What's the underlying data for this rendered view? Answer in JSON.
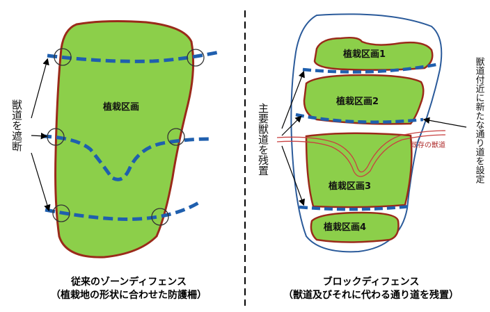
{
  "left": {
    "zone_label": "植栽区画",
    "side_note": "獣道を遮断",
    "caption_title": "従来のゾーンディフェンス",
    "caption_sub": "（植栽地の形状に合わせた防護柵）"
  },
  "right": {
    "zones": [
      "植栽区画1",
      "植栽区画2",
      "植栽区画3",
      "植栽区画4"
    ],
    "left_note": "主要獣道を残置",
    "right_note": "獣道付近に新たな通り道を設定",
    "existing_trail": "既存の獣道",
    "caption_title": "ブロックディフェンス",
    "caption_sub": "（獣道及びそれに代わる通り道を残置）"
  },
  "colors": {
    "zone_fill": "#8ccf4a",
    "zone_border": "#9a2a1a",
    "fence_blue": "#1f5fae",
    "outline_blue": "#2a5a9a",
    "trail_red": "#c84040"
  }
}
